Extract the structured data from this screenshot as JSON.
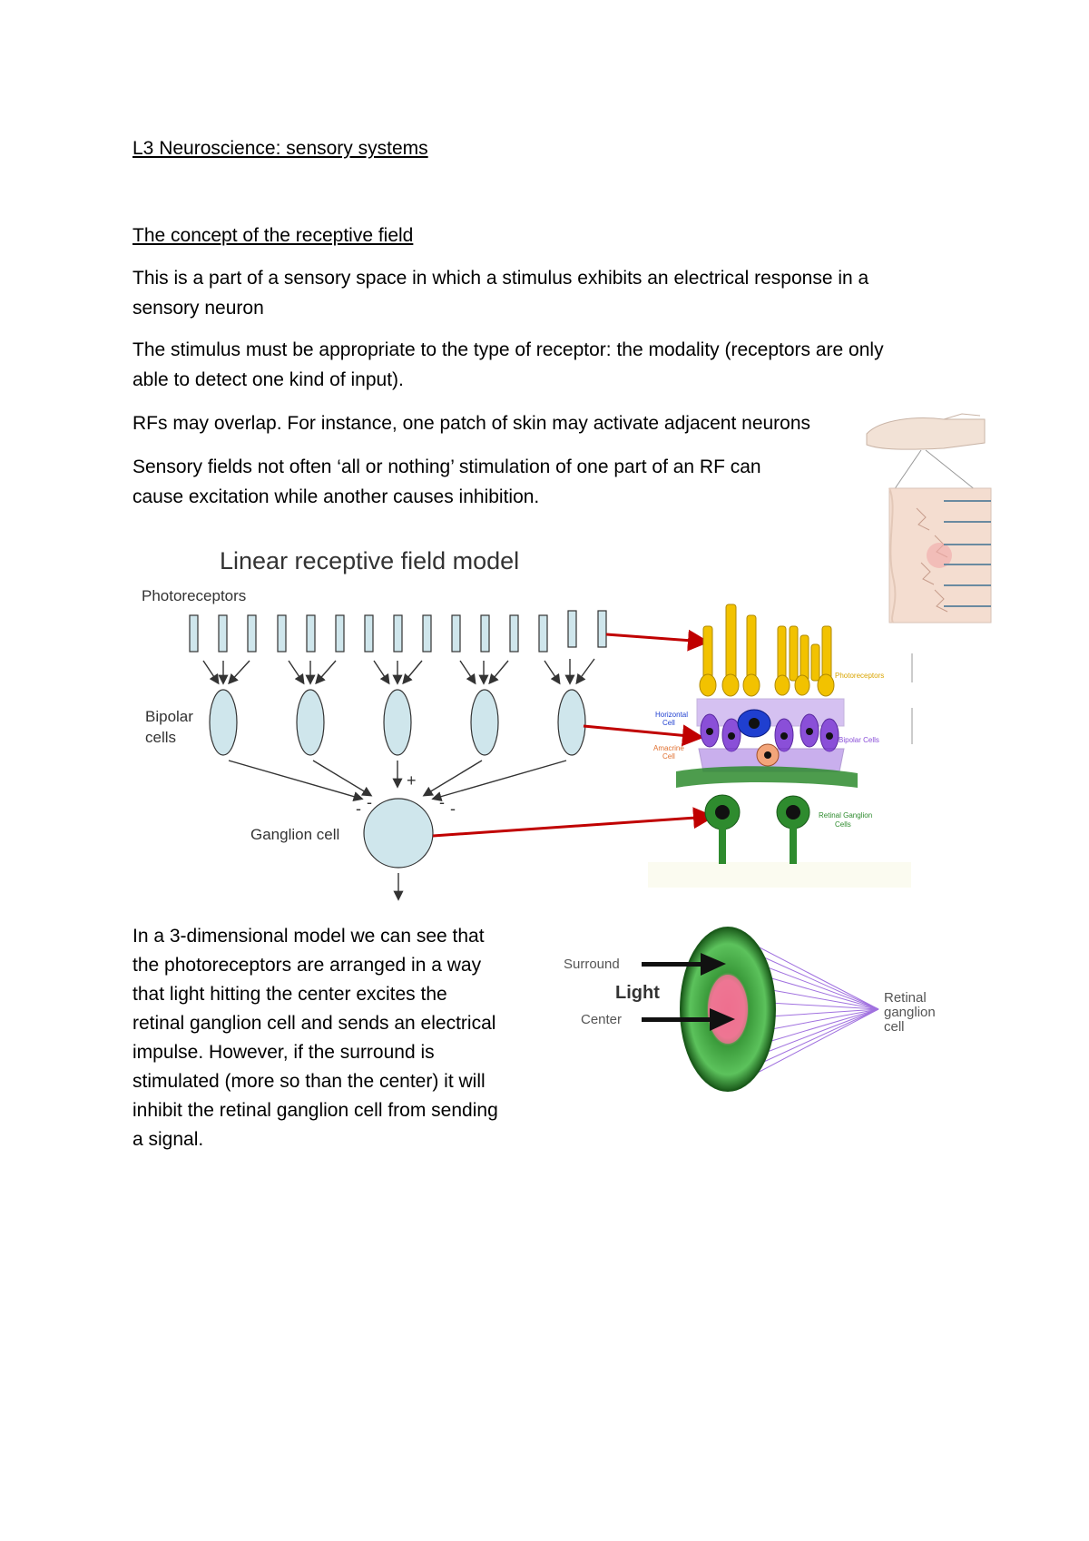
{
  "doc": {
    "title": "L3 Neuroscience: sensory systems",
    "section_heading": "The concept of the receptive field",
    "paragraphs": [
      [
        "This is a part of a sensory space in which a stimulus exhibits an electrical response in a",
        "sensory neuron"
      ],
      [
        "The stimulus must be appropriate to the type of receptor: the modality (receptors are only",
        "able to detect one kind of input)."
      ],
      [
        "RFs may overlap. For instance, one patch of skin may activate adjacent neurons"
      ],
      [
        "Sensory fields not often ‘all or nothing’ stimulation of one part of an RF can",
        "cause excitation while another causes inhibition."
      ]
    ],
    "para_3d": [
      "In a 3-dimensional model we can see that",
      "the photoreceptors are arranged in a way",
      "that light hitting the center excites the",
      "retinal ganglion cell and sends an electrical",
      "impulse. However, if the surround is",
      "stimulated (more so than the center) it will",
      "inhibit the retinal ganglion cell from sending",
      "a signal."
    ]
  },
  "fig_linear": {
    "title": "Linear receptive field model",
    "photoreceptors_label": "Photoreceptors",
    "bipolar_label_1": "Bipolar",
    "bipolar_label_2": "cells",
    "ganglion_label": "Ganglion cell",
    "plus": "+",
    "minus": "-"
  },
  "fig_retina": {
    "photoreceptors": "Photoreceptors",
    "horizontal_1": "Horizontal",
    "horizontal_2": "Cell",
    "amacrine_1": "Amacrine",
    "amacrine_2": "Cell",
    "bipolar": "Bipolar Cells",
    "ganglion_1": "Retinal Ganglion",
    "ganglion_2": "Cells"
  },
  "fig_3d": {
    "surround": "Surround",
    "light": "Light",
    "center": "Center",
    "rgc_1": "Retinal",
    "rgc_2": "ganglion",
    "rgc_3": "cell"
  },
  "colors": {
    "arrow_red": "#c00000",
    "cell_fill": "#cfe6ec",
    "photoreceptor_yellow": "#f2c200",
    "bipolar_purple": "#8a4fd8",
    "ganglion_green": "#2e8b2e"
  }
}
